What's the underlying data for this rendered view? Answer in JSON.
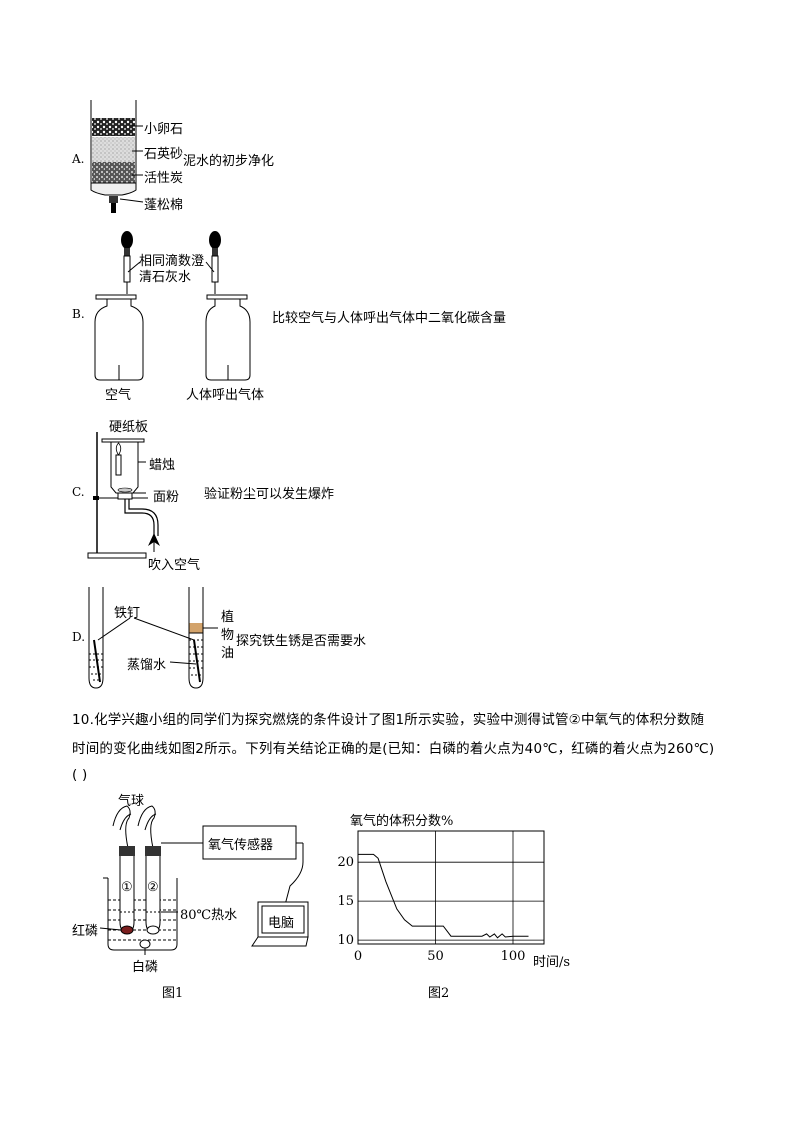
{
  "options": {
    "a": {
      "letter": "A.",
      "note": "泥水的初步净化",
      "labels": [
        "小卵石",
        "石英砂",
        "活性炭",
        "蓬松棉"
      ]
    },
    "b": {
      "letter": "B.",
      "note": "比较空气与人体呼出气体中二氧化碳含量",
      "dropper_label_1": "相同滴数澄",
      "dropper_label_2": "清石灰水",
      "left_bottle": "空气",
      "right_bottle": "人体呼出气体"
    },
    "c": {
      "letter": "C.",
      "note": "验证粉尘可以发生爆炸",
      "labels": [
        "硬纸板",
        "蜡烛",
        "面粉",
        "吹入空气"
      ]
    },
    "d": {
      "letter": "D.",
      "note": "探究铁生锈是否需要水",
      "nail": "铁钉",
      "water": "蒸馏水",
      "oil": [
        "植",
        "物",
        "油"
      ]
    }
  },
  "question": {
    "line1": "10.化学兴趣小组的同学们为探究燃烧的条件设计了图1所示实验，实验中测得试管②中氧气的体积分数随",
    "line2": "时间的变化曲线如图2所示。下列有关结论正确的是(已知：白磷的着火点为40℃，红磷的着火点为260℃)",
    "line3": "(    )"
  },
  "figure1": {
    "caption": "图1",
    "balloon": "气球",
    "sensor": "氧气传感器",
    "computer": "电脑",
    "water": "80℃热水",
    "red_p": "红磷",
    "white_p": "白磷",
    "tube1": "①",
    "tube2": "②"
  },
  "figure2": {
    "caption": "图2",
    "chart_data": {
      "type": "line",
      "title": "",
      "ylabel": "氧气的体积分数%",
      "xlabel": "时间/s",
      "xlim": [
        0,
        120
      ],
      "ylim": [
        9.5,
        24
      ],
      "xticks": [
        0,
        50,
        100
      ],
      "yticks": [
        10,
        15,
        20
      ],
      "series": [
        {
          "x": [
            0,
            10,
            13,
            18,
            25,
            30,
            35,
            45,
            55,
            60,
            80,
            83,
            85,
            88,
            90,
            93,
            95,
            100,
            110
          ],
          "y": [
            21,
            21,
            20.5,
            17.5,
            14,
            12.6,
            11.8,
            11.8,
            11.8,
            10.5,
            10.5,
            10.8,
            10.4,
            10.8,
            10.3,
            10.8,
            10.4,
            10.5,
            10.5
          ]
        }
      ]
    }
  }
}
